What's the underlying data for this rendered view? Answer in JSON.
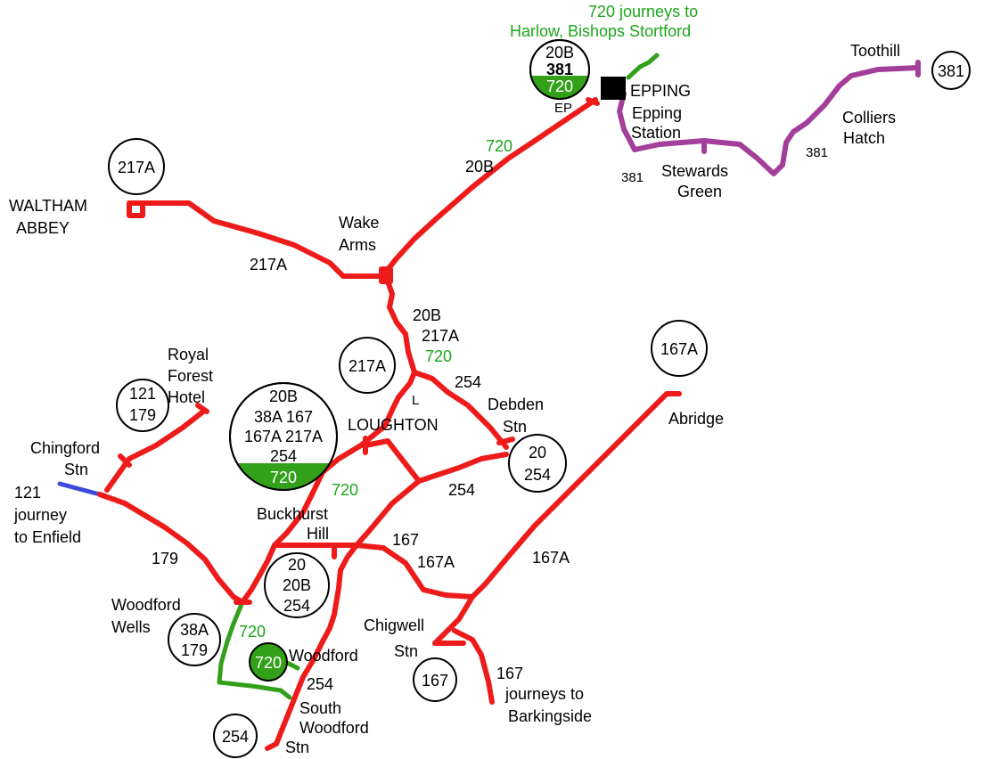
{
  "places": {
    "epping": "EPPING",
    "epping_station_1": "Epping",
    "epping_station_2": "Station",
    "ep_code": "EP",
    "waltham_1": "WALTHAM",
    "waltham_2": "ABBEY",
    "wake_1": "Wake",
    "wake_2": "Arms",
    "loughton": "LOUGHTON",
    "loughton_code": "L",
    "debden_1": "Debden",
    "debden_2": "Stn",
    "abridge": "Abridge",
    "royal_1": "Royal",
    "royal_2": "Forest",
    "royal_3": "Hotel",
    "chingford_1": "Chingford",
    "chingford_2": "Stn",
    "buckhurst_1": "Buckhurst",
    "buckhurst_2": "Hill",
    "woodford_wells_1": "Woodford",
    "woodford_wells_2": "Wells",
    "woodford": "Woodford",
    "chigwell_1": "Chigwell",
    "chigwell_2": "Stn",
    "south_woodford_1": "South",
    "south_woodford_2": "Woodford",
    "south_woodford_3": "Stn",
    "toothill": "Toothill",
    "colliers_1": "Colliers",
    "colliers_2": "Hatch",
    "stewards_1": "Stewards",
    "stewards_2": "Green"
  },
  "notes": {
    "harlow_1": "720 journeys to",
    "harlow_2": "Harlow, Bishops Stortford",
    "enfield_1": "121",
    "enfield_2": "journey",
    "enfield_3": "to Enfield",
    "barkingside_1": "167",
    "barkingside_2": "journeys to",
    "barkingside_3": "Barkingside"
  },
  "route_labels": {
    "r720_epping": "720",
    "r20b_epping": "20B",
    "r217a_waltham": "217A",
    "r20b_loughton": "20B",
    "r217a_loughton": "217A",
    "r720_loughton": "720",
    "r254_debden": "254",
    "r720_buckhurst": "720",
    "r254_mid": "254",
    "r167": "167",
    "r167a_mid": "167A",
    "r167a_abridge": "167A",
    "r179": "179",
    "r720_woodford": "720",
    "r254_woodford": "254",
    "r381_a": "381",
    "r381_b": "381"
  },
  "bubbles": {
    "epping_top": [
      "20B",
      "381",
      "720"
    ],
    "waltham": "217A",
    "loughton_217a": "217A",
    "loughton_big": [
      "20B",
      "38A 167",
      "167A 217A",
      "254",
      "720"
    ],
    "debden": [
      "20",
      "254"
    ],
    "abridge": "167A",
    "royal_forest": [
      "121",
      "179"
    ],
    "buckhurst": [
      "20",
      "20B",
      "254"
    ],
    "woodford_wells": [
      "38A",
      "179"
    ],
    "woodford": "720",
    "chigwell": "167",
    "south_woodford": "254",
    "toothill": "381"
  },
  "colors": {
    "route_main": "#ee1b1b",
    "route_720": "#33a01a",
    "route_381": "#a33e9a",
    "route_121": "#3b4bd9",
    "label_green": "#1aa61a",
    "bubble_fill": "#ffffff",
    "terminus": "#000000"
  }
}
